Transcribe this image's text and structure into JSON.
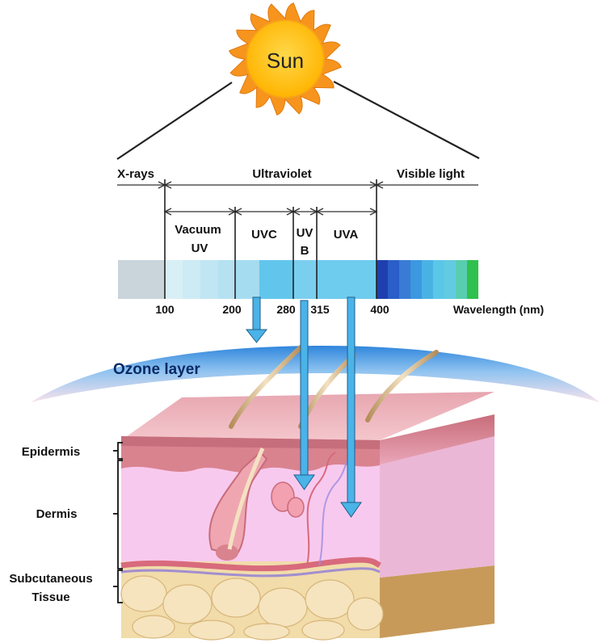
{
  "sun": {
    "label": "Sun"
  },
  "spectrum": {
    "regions": {
      "xrays": "X-rays",
      "ultraviolet": "Ultraviolet",
      "visible": "Visible light"
    },
    "bands": {
      "vacuum_uv_line1": "Vacuum",
      "vacuum_uv_line2": "UV",
      "uvc": "UVC",
      "uvb_line1": "UV",
      "uvb_line2": "B",
      "uva": "UVA"
    },
    "ticks": [
      "100",
      "200",
      "280",
      "315",
      "400"
    ],
    "axis_label": "Wavelength (nm)"
  },
  "ozone": {
    "label": "Ozone layer"
  },
  "skin_layers": {
    "epidermis": "Epidermis",
    "dermis": "Dermis",
    "subcutaneous_line1": "Subcutaneous",
    "subcutaneous_line2": "Tissue"
  },
  "colors": {
    "sun_core": "#FFC21A",
    "sun_rays": "#F7941D",
    "arrow": "#4AB3E8",
    "arrow_edge": "#1E5F8C",
    "ozone_top": "#3D8FE0",
    "ozone_bottom": "#F6DDE8",
    "skin_top": "#E9AAB3",
    "dermis": "#F7C8EC",
    "fat": "#F2DEB0"
  }
}
